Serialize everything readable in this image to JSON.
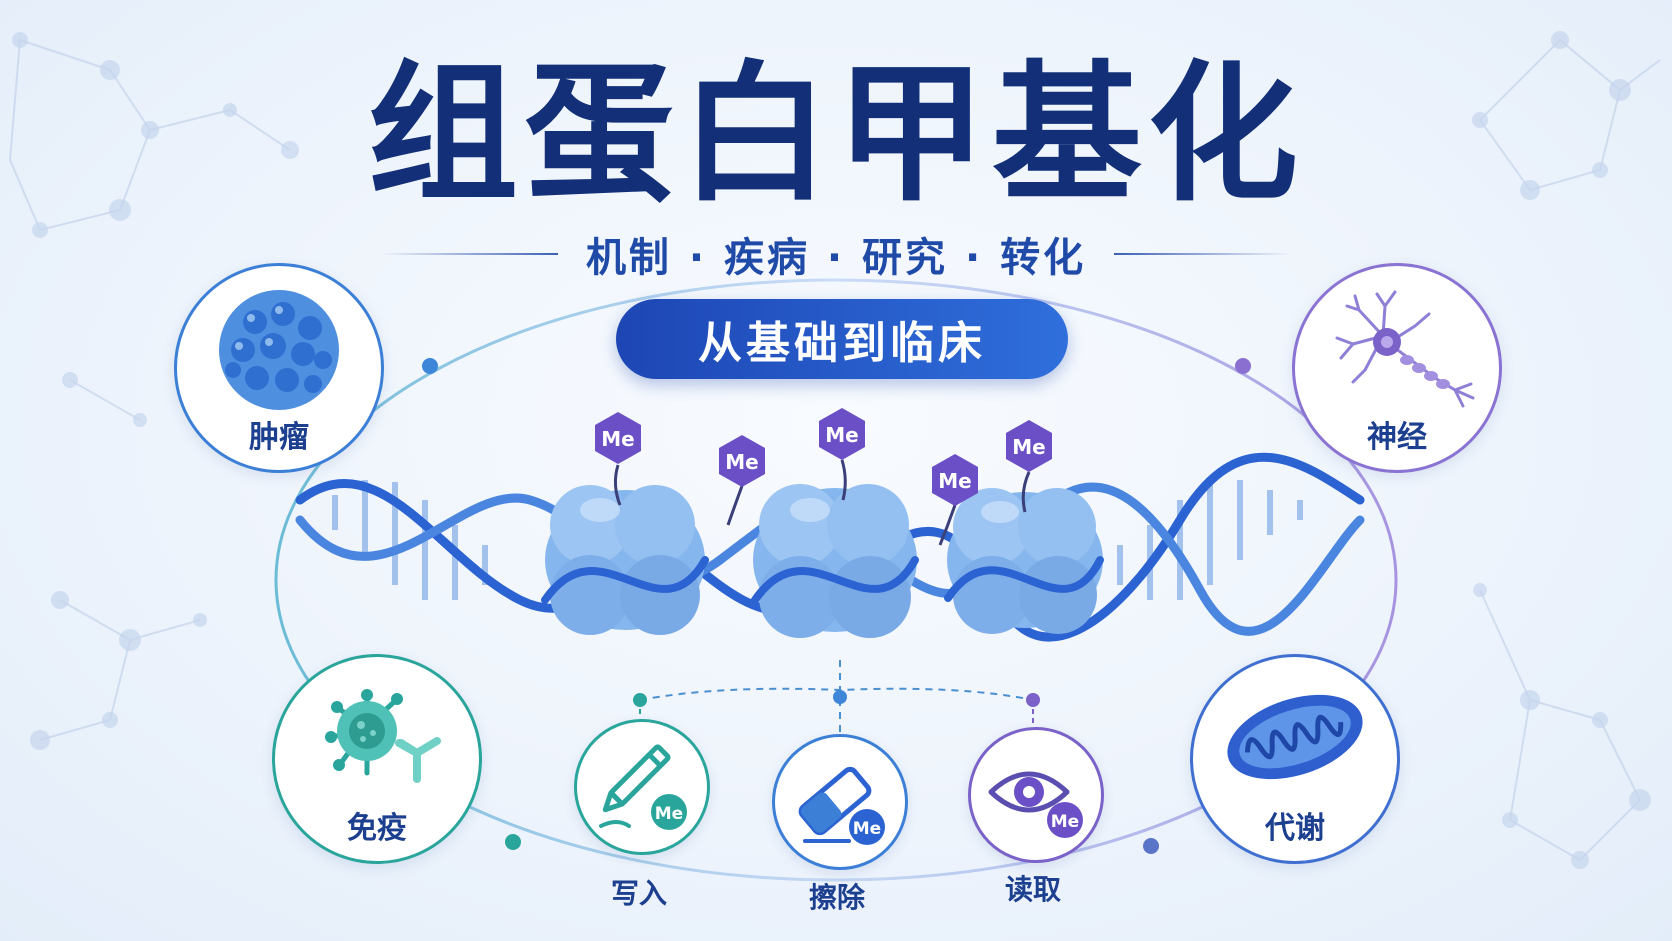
{
  "title": "组蛋白甲基化",
  "subtitle": "机制 · 疾病 · 研究 · 转化",
  "tagline": "从基础到临床",
  "methyl_mark": "Me",
  "categories": {
    "tumor": {
      "label": "肿瘤",
      "icon": "tumor-cell-icon"
    },
    "neuro": {
      "label": "神经",
      "icon": "neuron-icon"
    },
    "immune": {
      "label": "免疫",
      "icon": "immune-cell-icon"
    },
    "metabolism": {
      "label": "代谢",
      "icon": "mitochondria-icon"
    }
  },
  "operations": {
    "write": {
      "label": "写入",
      "icon": "pencil-icon"
    },
    "erase": {
      "label": "擦除",
      "icon": "eraser-icon"
    },
    "read": {
      "label": "读取",
      "icon": "eye-icon"
    }
  },
  "colors": {
    "title": "#132f78",
    "accent": "#1f4aa8",
    "dna": "#2c63d2",
    "histone": "#86b6ee",
    "methyl": "#6a4fc6",
    "teal": "#2aa59c",
    "purple": "#7b62c9"
  }
}
